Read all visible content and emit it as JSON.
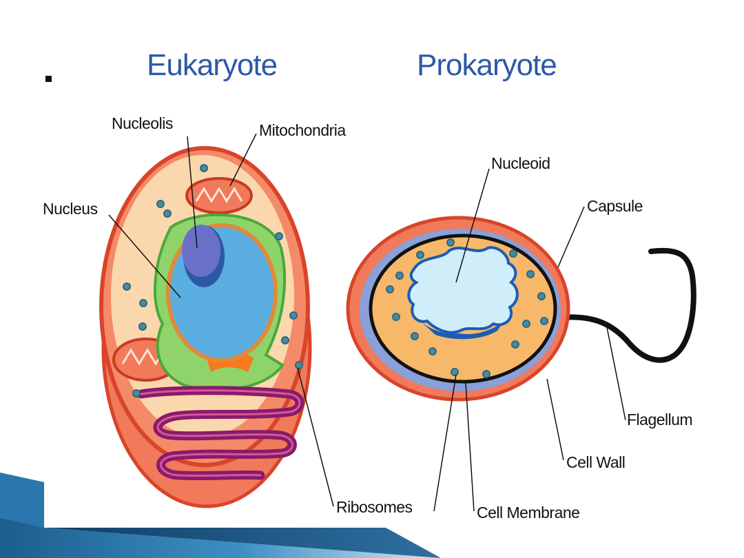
{
  "slide": {
    "bullet_icon": "square-bullet-icon",
    "accent_color": "#1a5c8c"
  },
  "titles": {
    "eukaryote": "Eukaryote",
    "prokaryote": "Prokaryote"
  },
  "eukaryote_labels": {
    "nucleolis": "Nucleolis",
    "mitochondria": "Mitochondria",
    "nucleus": "Nucleus",
    "ribosomes": "Ribosomes"
  },
  "prokaryote_labels": {
    "nucleoid": "Nucleoid",
    "capsule": "Capsule",
    "flagellum": "Flagellum",
    "cell_wall": "Cell Wall",
    "cell_membrane": "Cell Membrane"
  },
  "colors": {
    "title_blue": "#2d58a8",
    "outer_red": "#e8523a",
    "cytoplasm_peach": "#fbd7ad",
    "nucleus_blue": "#5aaee0",
    "nucleolus_purple": "#6a70c8",
    "er_green": "#8fd46a",
    "golgi_purple": "#8a1a6a",
    "prok_cytoplasm": "#f7b86a",
    "cell_wall_blue": "#8aa0d8",
    "nucleoid_light": "#cfeefa",
    "ribosome_teal": "#4a8aa0"
  }
}
